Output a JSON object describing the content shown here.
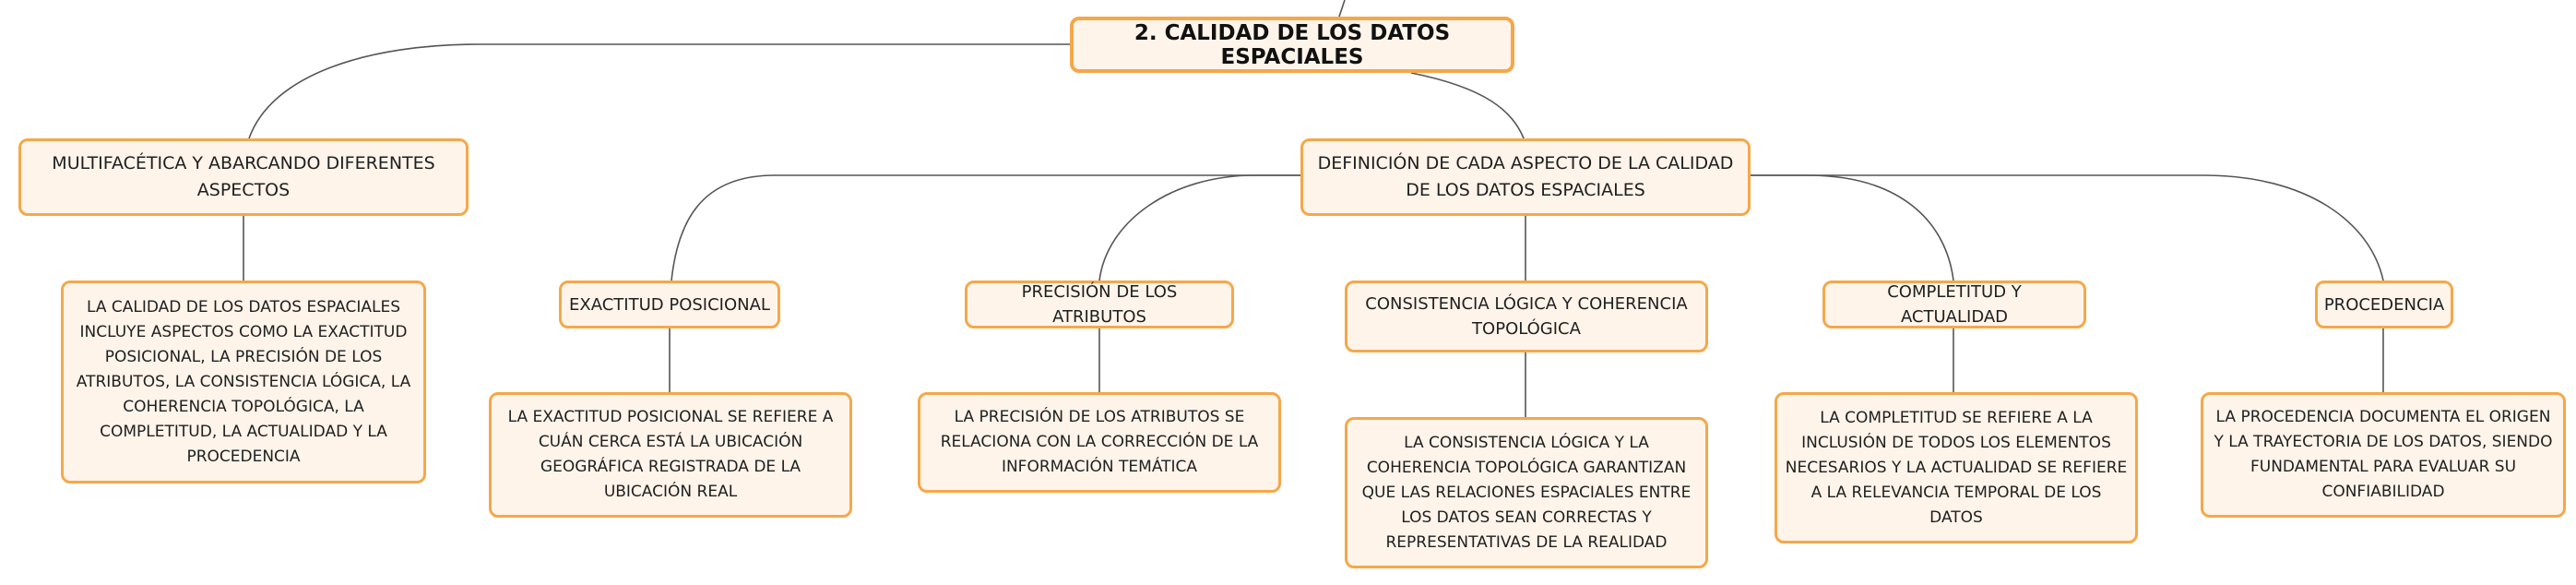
{
  "root": {
    "label": "2. CALIDAD DE LOS DATOS ESPACIALES"
  },
  "branches": {
    "multifacetica": {
      "label": "MULTIFACÉTICA Y ABARCANDO DIFERENTES ASPECTOS",
      "detail": "LA CALIDAD DE LOS DATOS ESPACIALES INCLUYE ASPECTOS COMO LA EXACTITUD POSICIONAL, LA PRECISIÓN DE LOS ATRIBUTOS, LA CONSISTENCIA LÓGICA, LA COHERENCIA TOPOLÓGICA, LA COMPLETITUD, LA ACTUALIDAD Y LA PROCEDENCIA"
    },
    "definicion": {
      "label": "DEFINICIÓN DE CADA ASPECTO DE LA CALIDAD DE LOS DATOS ESPACIALES",
      "aspects": [
        {
          "label": "EXACTITUD POSICIONAL",
          "detail": "LA EXACTITUD POSICIONAL SE REFIERE A CUÁN CERCA ESTÁ LA UBICACIÓN GEOGRÁFICA REGISTRADA DE LA UBICACIÓN REAL"
        },
        {
          "label": "PRECISIÓN DE LOS ATRIBUTOS",
          "detail": "LA PRECISIÓN DE LOS ATRIBUTOS SE RELACIONA CON LA CORRECCIÓN DE LA INFORMACIÓN TEMÁTICA"
        },
        {
          "label": "CONSISTENCIA LÓGICA Y COHERENCIA TOPOLÓGICA",
          "detail": "LA CONSISTENCIA LÓGICA Y LA COHERENCIA TOPOLÓGICA GARANTIZAN QUE LAS RELACIONES ESPACIALES ENTRE LOS DATOS SEAN CORRECTAS Y REPRESENTATIVAS DE LA REALIDAD"
        },
        {
          "label": "COMPLETITUD Y ACTUALIDAD",
          "detail": "LA COMPLETITUD SE REFIERE A LA INCLUSIÓN DE TODOS LOS ELEMENTOS NECESARIOS Y LA ACTUALIDAD SE REFIERE A LA RELEVANCIA TEMPORAL DE LOS DATOS"
        },
        {
          "label": "PROCEDENCIA",
          "detail": "LA PROCEDENCIA DOCUMENTA EL ORIGEN Y LA TRAYECTORIA DE LOS DATOS, SIENDO FUNDAMENTAL PARA EVALUAR SU CONFIABILIDAD"
        }
      ]
    }
  },
  "colors": {
    "node_border": "#f4a84a",
    "node_fill": "#fef4ea",
    "connector": "#555555"
  }
}
